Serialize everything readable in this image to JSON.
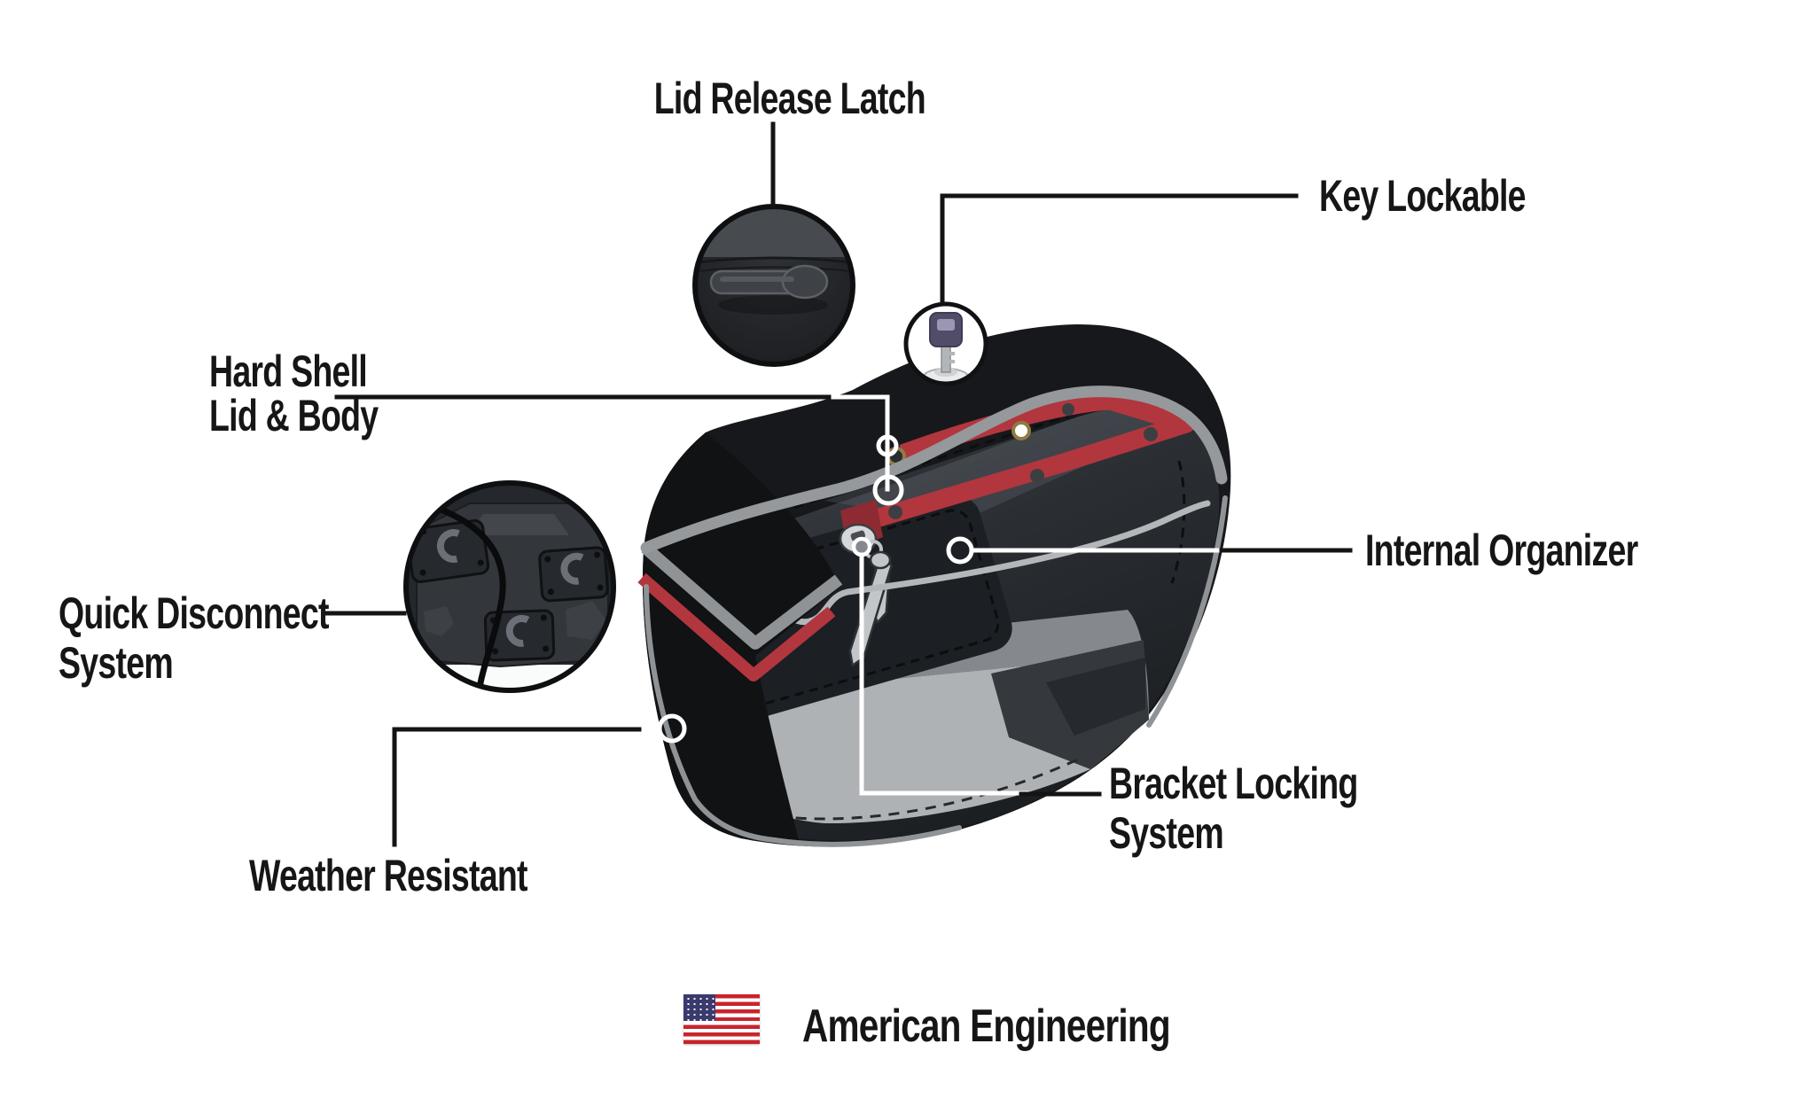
{
  "diagram": {
    "callouts": {
      "lid_release": {
        "label": "Lid Release Latch"
      },
      "key_lockable": {
        "label": "Key Lockable"
      },
      "hard_shell": {
        "line1": "Hard Shell",
        "line2": "Lid & Body"
      },
      "quick_disconnect": {
        "line1": "Quick Disconnect",
        "line2": "System"
      },
      "internal_organizer": {
        "label": "Internal Organizer"
      },
      "bracket_locking": {
        "line1": "Bracket Locking",
        "line2": "System"
      },
      "weather_resistant": {
        "label": "Weather Resistant"
      }
    },
    "footer": {
      "text": "American Engineering",
      "flag_icon": "us-flag-icon"
    },
    "colors": {
      "accent_red": "#B2363E",
      "piping_gray": "#95999C",
      "bag_black": "#16181B",
      "panel_gray": "#2E3237",
      "interior_light_gray": "#AEB2B5",
      "marker_white": "#FFFFFF",
      "leader_black": "#141414",
      "text_black": "#161616",
      "flag_red": "#C8242C",
      "flag_blue": "#3A3A6E",
      "key_head_purple": "#514D68",
      "grommet_gold": "#8F7B45"
    }
  }
}
